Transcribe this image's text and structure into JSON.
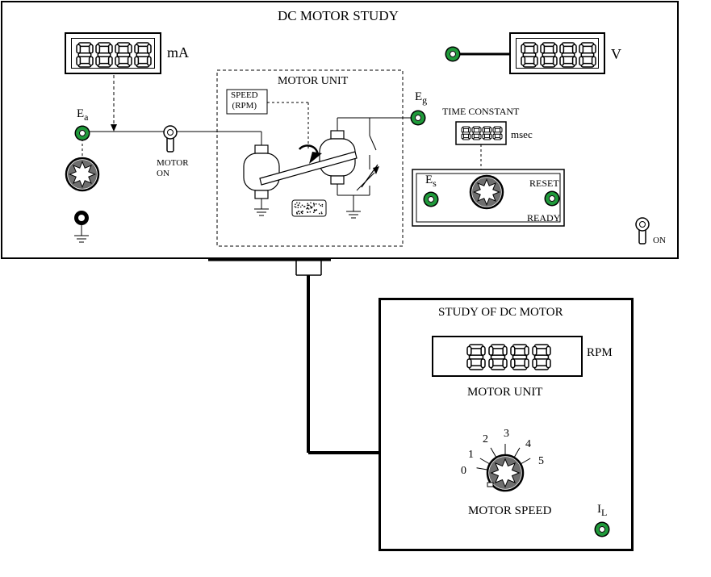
{
  "top_panel": {
    "title": "DC MOTOR STUDY",
    "ammeter_unit": "mA",
    "voltmeter_unit": "V",
    "ea_label_main": "E",
    "ea_label_sub": "a",
    "eg_label_main": "E",
    "eg_label_sub": "g",
    "es_label_main": "E",
    "es_label_sub": "s",
    "motor_on_line1": "MOTOR",
    "motor_on_line2": "ON",
    "motor_unit_label": "MOTOR UNIT",
    "speed_line1": "SPEED",
    "speed_line2": "(RPM)",
    "time_constant_label": "TIME CONSTANT",
    "time_constant_unit": "msec",
    "reset_label": "RESET",
    "ready_label": "READY",
    "power_on_label": "ON",
    "display_digits": "8888"
  },
  "bottom_panel": {
    "title": "STUDY OF DC MOTOR",
    "rpm_unit": "RPM",
    "motor_unit_label": "MOTOR UNIT",
    "motor_speed_label": "MOTOR SPEED",
    "il_label_main": "I",
    "il_label_sub": "L",
    "dial_marks": [
      "0",
      "1",
      "2",
      "3",
      "4",
      "5"
    ],
    "display_digits": "8888"
  },
  "colors": {
    "jack_green": "#1f9a3a",
    "line": "#000000",
    "background": "#ffffff"
  }
}
